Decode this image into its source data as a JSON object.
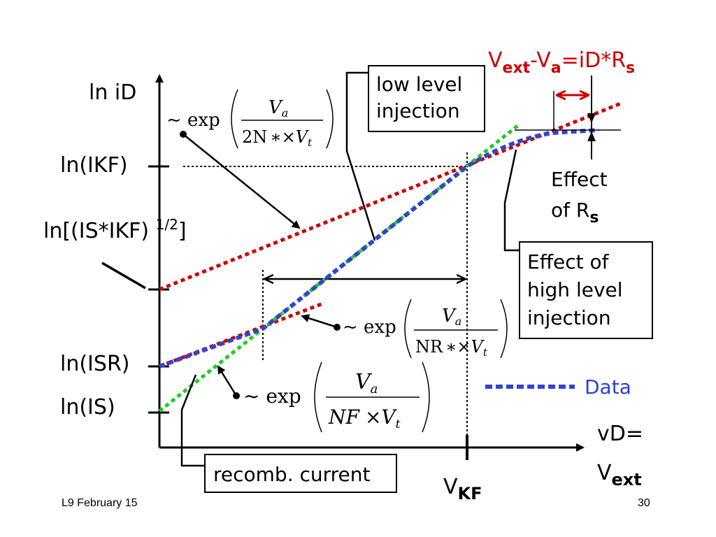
{
  "axes": {
    "y_label": "ln iD",
    "x_label_line1": "vD=",
    "x_label_line2_base": "V",
    "x_label_line2_sub": "ext"
  },
  "y_ticks": {
    "ikf": "ln(IKF)",
    "isikf_base": "ln[(IS*IKF) ",
    "isikf_sup": "1/2",
    "isikf_close": "]",
    "isr": "ln(ISR)",
    "is": "ln(IS)"
  },
  "x_ticks": {
    "vkf_base": "V",
    "vkf_sub": "KF"
  },
  "boxes": {
    "low_level_line1": "low level",
    "low_level_line2": "injection",
    "high_level_line1": "Effect of",
    "high_level_line2": "high level",
    "high_level_line3": "injection",
    "recomb": "recomb. current"
  },
  "effect_rs": {
    "line1": "Effect",
    "line2_base": "of R",
    "line2_sub": "s"
  },
  "vext_eq": {
    "v1": "V",
    "sub1": "ext",
    "minus": "-V",
    "sub2": "a",
    "rest": "=iD*R",
    "sub3": "s"
  },
  "formulas": {
    "tilde_exp": "~ exp",
    "num_base": "V",
    "num_sub": "a",
    "f1_den_pre": "2N",
    "f1_den_ops": "∗×",
    "f2_den_pre": "NR",
    "f2_den_ops": "∗×",
    "f3_den_pre": "NF",
    "f3_den_ops": "×",
    "den_base": "V",
    "den_sub": "t"
  },
  "legend": {
    "label": "Data"
  },
  "footer": {
    "left": "L9 February 15",
    "right": "30"
  },
  "colors": {
    "red": "#cc0000",
    "green": "#22cc22",
    "blue": "#3344cc",
    "black": "#000000"
  }
}
